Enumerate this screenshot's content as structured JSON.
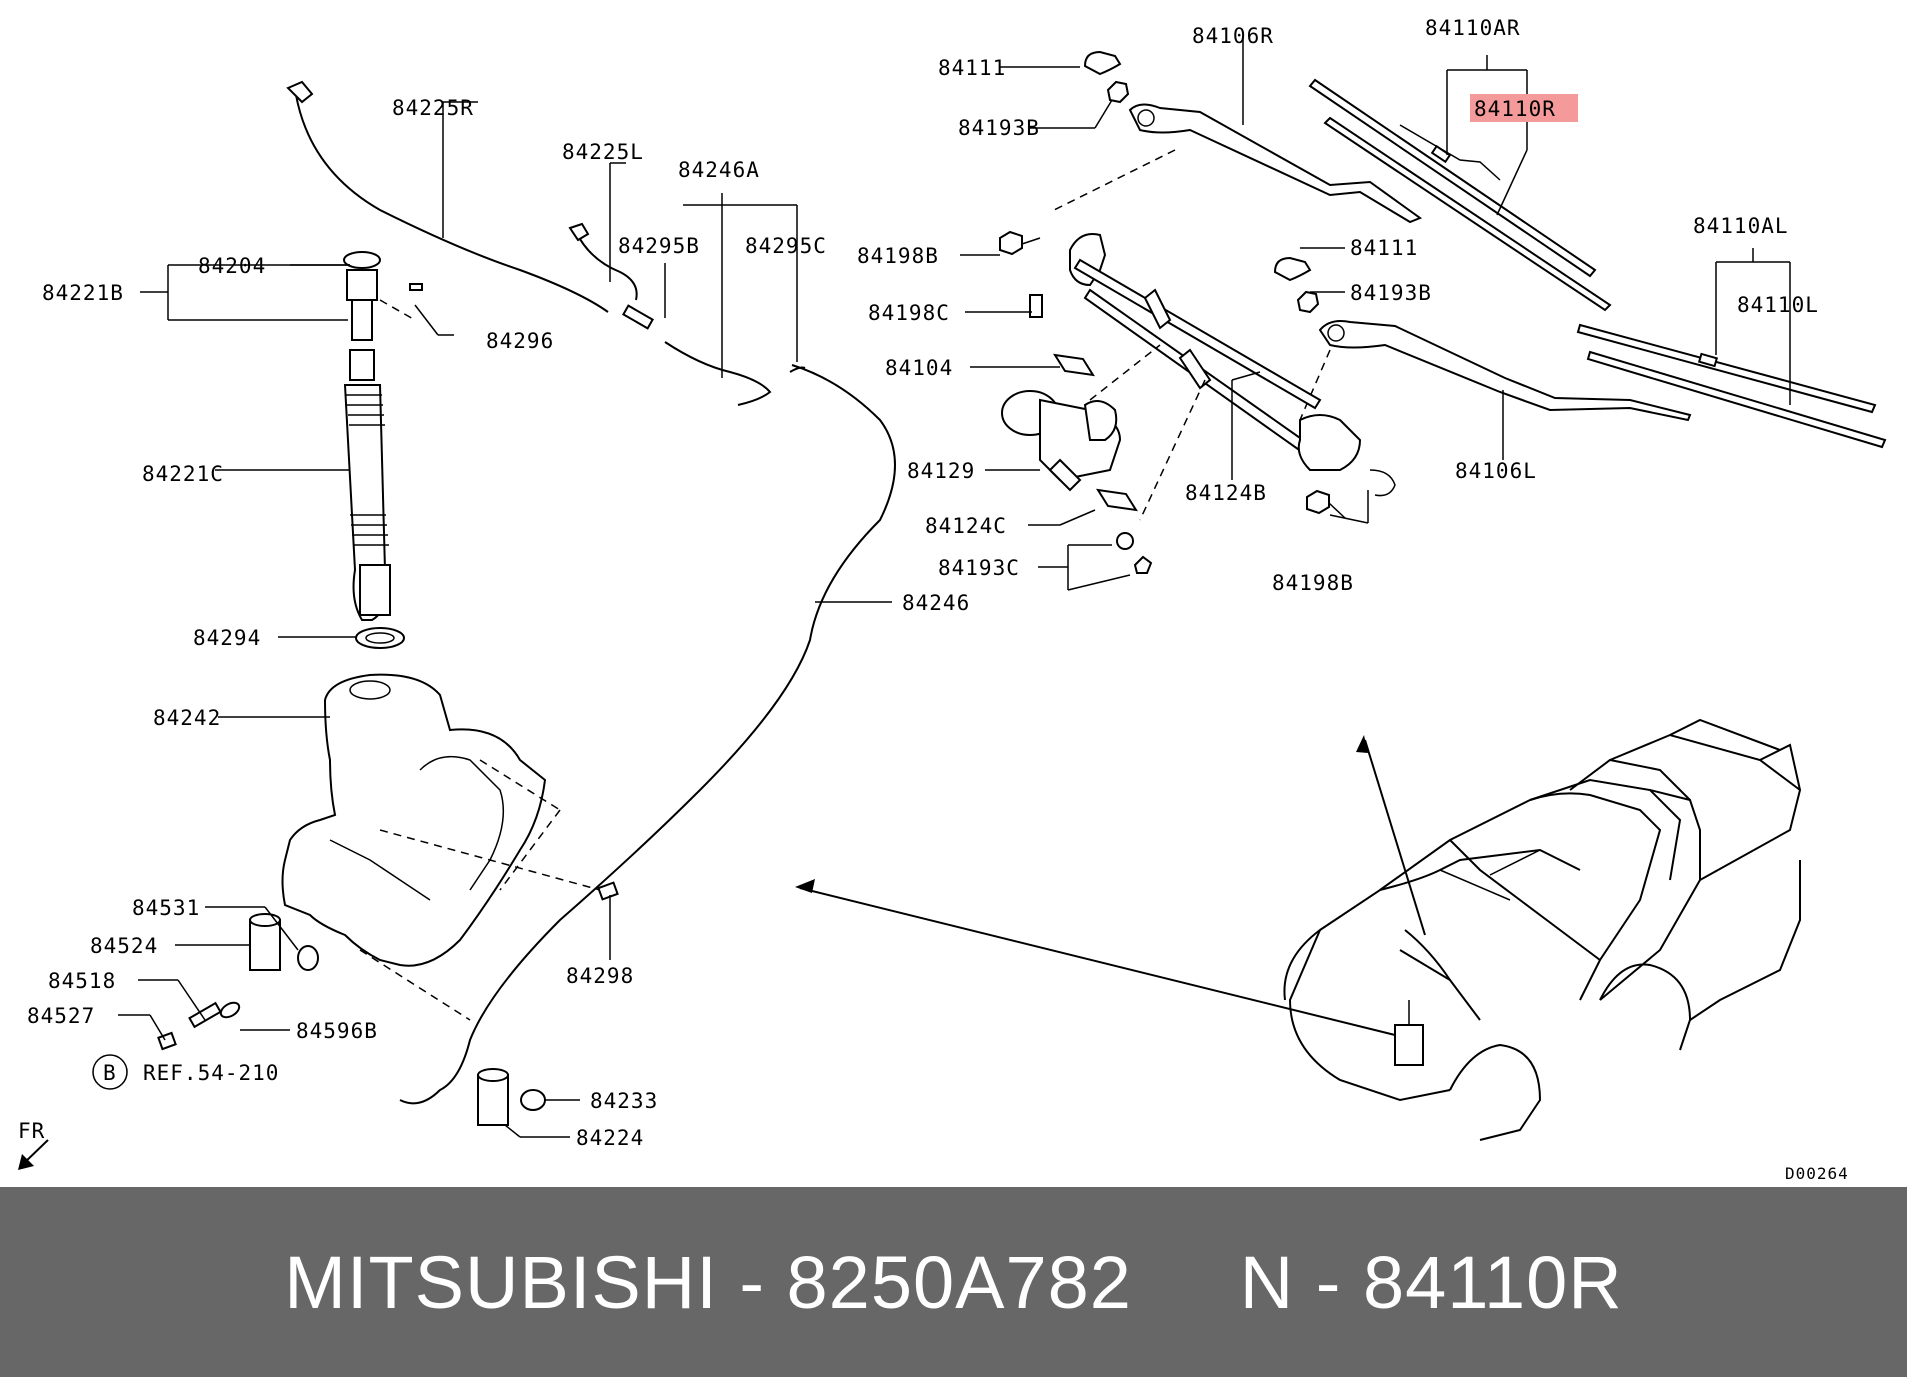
{
  "diagram": {
    "labels": {
      "p84111_top": "84111",
      "p84193B_top": "84193B",
      "p84106R": "84106R",
      "p84110AR": "84110AR",
      "p84110R_highlight": "84110R",
      "p84225R": "84225R",
      "p84225L": "84225L",
      "p84246A": "84246A",
      "p84295B": "84295B",
      "p84295C": "84295C",
      "p84204": "84204",
      "p84221B": "84221B",
      "p84296": "84296",
      "p84221C": "84221C",
      "p84294": "84294",
      "p84242": "84242",
      "p84246": "84246",
      "p84198B_left": "84198B",
      "p84198C": "84198C",
      "p84104": "84104",
      "p84129": "84129",
      "p84124C": "84124C",
      "p84193C": "84193C",
      "p84124B": "84124B",
      "p84111_mid": "84111",
      "p84193B_mid": "84193B",
      "p84110AL": "84110AL",
      "p84110L": "84110L",
      "p84106L": "84106L",
      "p84198B_right": "84198B",
      "p84531": "84531",
      "p84524": "84524",
      "p84518": "84518",
      "p84527": "84527",
      "p84596B": "84596B",
      "p84298": "84298",
      "ref_circle": "B",
      "ref_text": "REF.54-210",
      "p84233": "84233",
      "p84224": "84224",
      "fr": "FR",
      "drawing_code": "D00264"
    },
    "highlight_color": "#f59a9a"
  },
  "footer": {
    "text": "MITSUBISHI - 8250A782     N - 84110R"
  }
}
